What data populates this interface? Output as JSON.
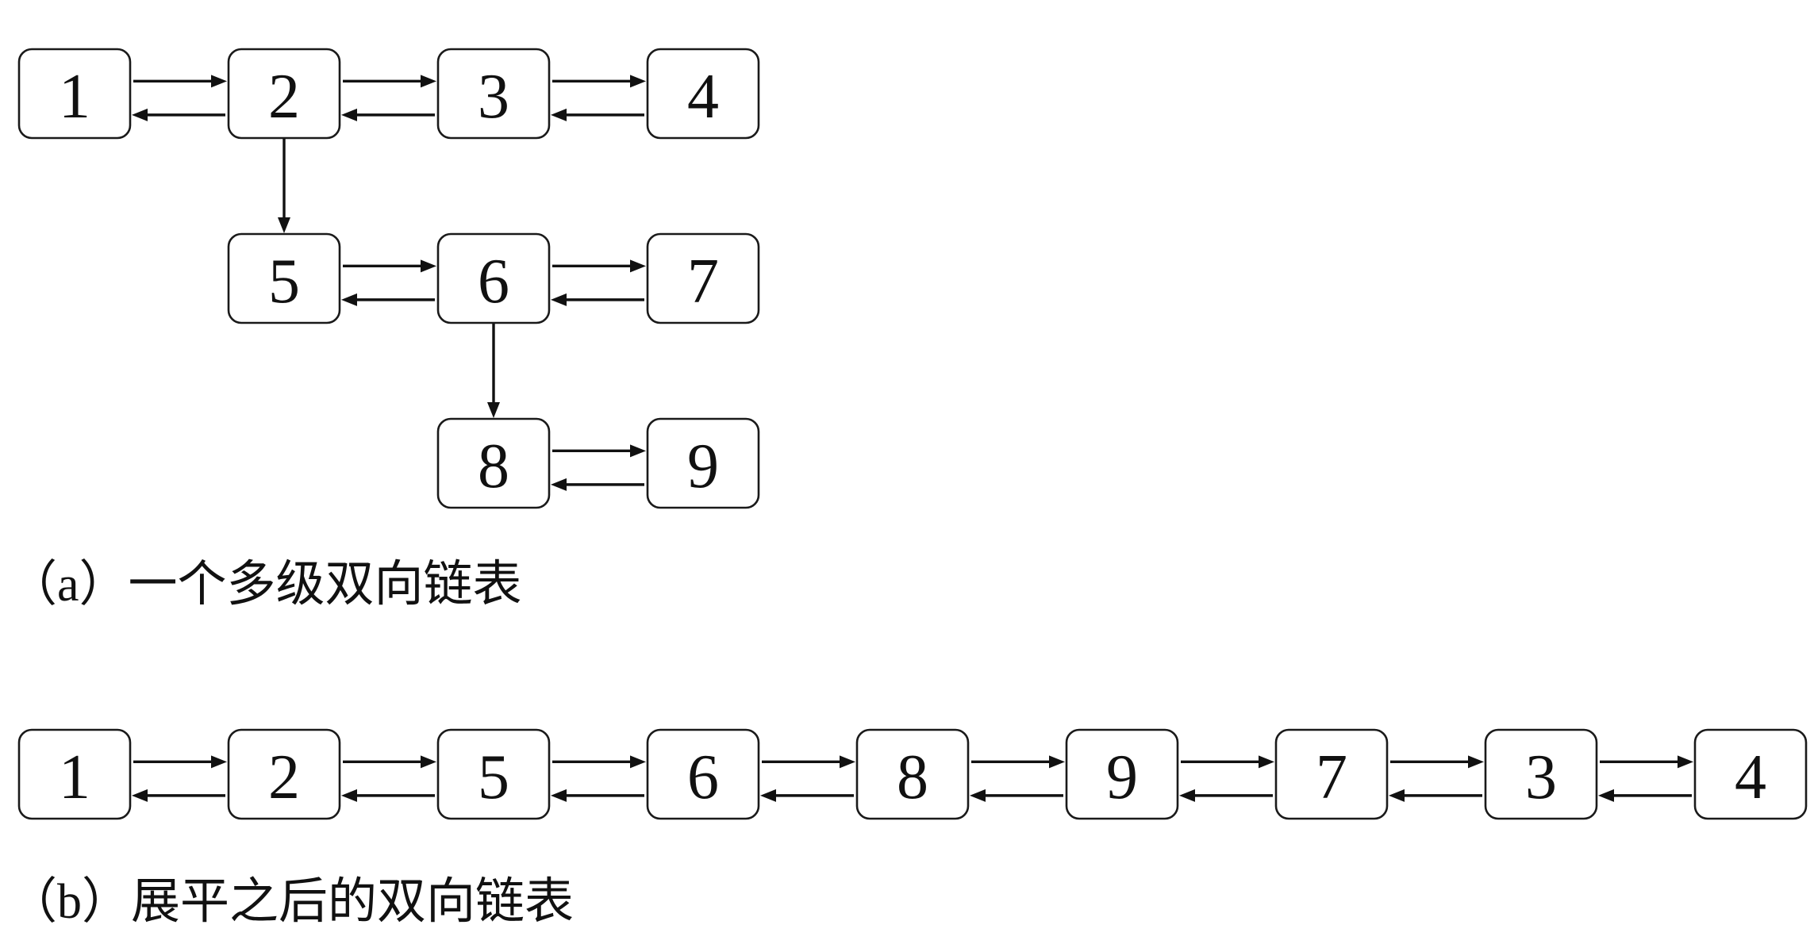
{
  "panel_a": {
    "caption": "（a）一个多级双向链表",
    "rows": [
      [
        "1",
        "2",
        "3",
        "4"
      ],
      [
        "5",
        "6",
        "7"
      ],
      [
        "8",
        "9"
      ]
    ]
  },
  "panel_b": {
    "caption": "（b）展平之后的双向链表",
    "nodes": [
      "1",
      "2",
      "5",
      "6",
      "8",
      "9",
      "7",
      "3",
      "4"
    ]
  },
  "colors": {
    "stroke": "#1a1a1a",
    "text": "#111111",
    "background": "#ffffff"
  }
}
